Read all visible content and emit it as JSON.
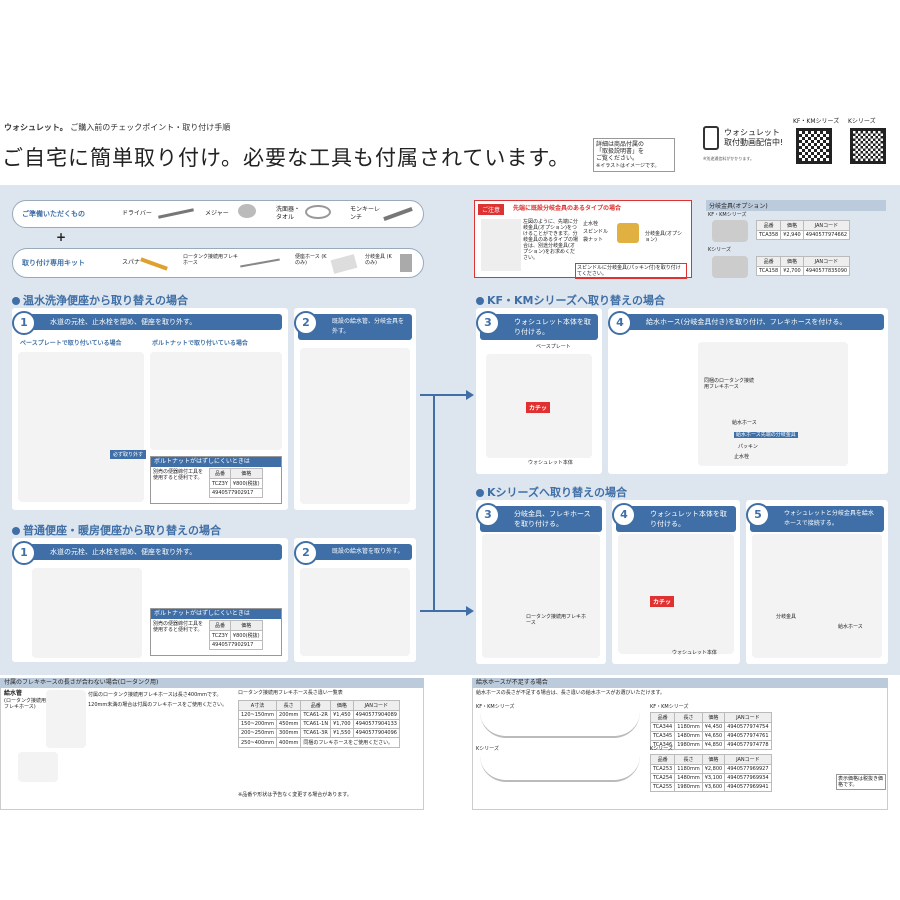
{
  "header": {
    "brand": "ウォシュレット。",
    "subtitle": "ご購入前のチェックポイント・取り付け手順",
    "headline": "ご自宅に簡単取り付け。必要な工具も付属されています。",
    "note_lines": [
      "詳細は商品付属の",
      "「取扱説明書」を",
      "ご覧ください。",
      "※イラストはイメージです。"
    ],
    "video_title": "ウォシュレット",
    "video_sub": "取付動画配信中!",
    "video_note": "※別途通信料がかかります。",
    "qr1_label": "KF・KMシリーズ",
    "qr2_label": "Kシリーズ"
  },
  "prep": {
    "label": "ご準備いただくもの",
    "items": [
      "ドライバー",
      "メジャー",
      "洗面器・タオル",
      "モンキーレンチ"
    ],
    "plus": "+",
    "kit_label": "取り付け専用キット",
    "kit_items": [
      "スパナ",
      "ロータンク接続用フレキホース",
      "便座ホース (Kのみ)",
      "分岐金具 (Kのみ)"
    ]
  },
  "caution": {
    "tag": "ご注意",
    "title": "先端に既設分岐金具のあるタイプの場合",
    "body": [
      "左図のように、先端に分岐金具(オプション)をつけることができます。分岐金具のあるタイプの場合は、別途分岐金具(オプション)をお求めください。"
    ],
    "labels": [
      "スピンドル",
      "止水栓",
      "袋ナット",
      "分岐金具(オプション)"
    ],
    "note": "スピンドルに分岐金具(パッキン付)を取り付けてください。"
  },
  "option": {
    "title": "分岐金具(オプション)",
    "kfkm": "KF・KMシリーズ",
    "k": "Kシリーズ",
    "headers": [
      "品番",
      "価格",
      "JANコード"
    ],
    "rows": [
      [
        "TCA358",
        "¥2,940",
        "4940577974662"
      ],
      [
        "TCA158",
        "¥2,700",
        "4940577835090"
      ]
    ]
  },
  "sec1": {
    "title": "温水洗浄便座から取り替えの場合",
    "step1": "水道の元栓、止水栓を閉め、便座を取り外す。",
    "step1_sub1": "ベースプレートで取り付いている場合",
    "step1_sub2": "ボルトナットで取り付いている場合",
    "step2": "既設の給水管、分岐金具を外す。",
    "must": "必ず取り外す",
    "bolt_title": "ボルトナットがはずしにくいときは",
    "bolt_body": "別売の便器締付工具を使用すると便利です。",
    "bolt_headers": [
      "品番",
      "価格"
    ],
    "bolt_row": [
      "TCZ3Y",
      "¥800(税抜)"
    ],
    "bolt_jan": "4940577902917"
  },
  "sec2": {
    "title": "普通便座・暖房便座から取り替えの場合",
    "step1": "水道の元栓、止水栓を閉め、便座を取り外す。",
    "step2": "既設の給水管を取り外す。"
  },
  "sec3": {
    "title": "KF・KMシリーズへ取り替えの場合",
    "step3": "ウォシュレット本体を取り付ける。",
    "step4": "給水ホース(分岐金具付き)を取り付け、フレキホースを付ける。",
    "plate": "ベースプレート",
    "click": "カチッ",
    "body_label": "ウォシュレット本体",
    "labels": [
      "同梱のロータンク接続用フレキホース",
      "給水ホース",
      "パッキン",
      "止水栓",
      "給水ホース先端の分岐金具"
    ]
  },
  "sec4": {
    "title": "Kシリーズへ取り替えの場合",
    "step3": "分岐金具、フレキホースを取り付ける。",
    "step4": "ウォシュレット本体を取り付ける。",
    "step5": "ウォシュレットと分岐金具を給水ホースで接続する。",
    "labels": [
      "ロータンク接続用フレキホース",
      "分岐金具",
      "給水ホース",
      "ウォシュレット本体"
    ]
  },
  "flex": {
    "title": "付属のフレキホースの長さが合わない場合(ロータンク用)",
    "pipe": "給水管",
    "pipe_sub": "(ロータンク接続用フレキホース)",
    "notes": [
      "付属のロータンク接続用フレキホースは長さ400mmです。",
      "120mm未満の場合は付属のフレキホースをご使用ください。"
    ],
    "table_title": "ロータンク接続用フレキホース長さ違い一覧表",
    "headers": [
      "A寸法",
      "長さ",
      "品番",
      "価格",
      "JANコード"
    ],
    "rows": [
      [
        "120~150mm",
        "200mm",
        "TCA61-2R",
        "¥1,450",
        "4940577904089"
      ],
      [
        "150~200mm",
        "450mm",
        "TCA61-1N",
        "¥1,700",
        "4940577904133"
      ],
      [
        "200~250mm",
        "300mm",
        "TCA61-3R",
        "¥1,550",
        "4940577904096"
      ],
      [
        "250~400mm",
        "400mm",
        "同梱のフレキホースをご使用ください。",
        "",
        ""
      ]
    ],
    "footnote": "※品番や形状は予告なく変更する場合があります。"
  },
  "supply": {
    "title": "給水ホースが不足する場合",
    "note": "給水ホースの長さが不足する場合は、長さ違いの給水ホースがお選びいただけます。",
    "kfkm_label": "KF・KMシリーズ",
    "k_label": "Kシリーズ",
    "headers": [
      "品番",
      "長さ",
      "価格",
      "JANコード"
    ],
    "kfkm_rows": [
      [
        "TCA344",
        "1180mm",
        "¥4,450",
        "4940577974754"
      ],
      [
        "TCA345",
        "1480mm",
        "¥4,650",
        "4940577974761"
      ],
      [
        "TCA346",
        "1980mm",
        "¥4,850",
        "4940577974778"
      ]
    ],
    "k_rows": [
      [
        "TCA253",
        "1180mm",
        "¥2,800",
        "4940577969927"
      ],
      [
        "TCA254",
        "1480mm",
        "¥3,100",
        "4940577969934"
      ],
      [
        "TCA255",
        "1980mm",
        "¥3,600",
        "4940577969941"
      ]
    ],
    "footnote": "表示価格は税抜き価格です。"
  },
  "colors": {
    "accent": "#3f6fa6",
    "panel_bg": "#dde5ef",
    "red": "#d33"
  }
}
